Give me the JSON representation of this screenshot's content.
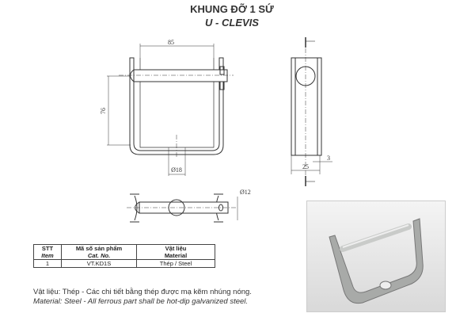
{
  "title": "KHUNG ĐỠ 1 SỨ",
  "subtitle": "U - CLEVIS",
  "dimensions": {
    "width": "85",
    "height": "76",
    "hole": "Ø18",
    "pin": "Ø12",
    "depth": "25",
    "thickness": "3"
  },
  "table": {
    "headers": [
      {
        "vi": "STT",
        "en": "Item"
      },
      {
        "vi": "Mã số sản phẩm",
        "en": "Cat. No."
      },
      {
        "vi": "Vật liệu",
        "en": "Material"
      }
    ],
    "rows": [
      [
        "1",
        "VT.KD1S",
        "Thép / Steel"
      ]
    ]
  },
  "notes": {
    "vi": "Vật liệu: Thép - Các chi tiết bằng thép được mạ kẽm nhúng nóng.",
    "en": "Material: Steel - All ferrous part shall be hot-dip galvanized steel."
  }
}
